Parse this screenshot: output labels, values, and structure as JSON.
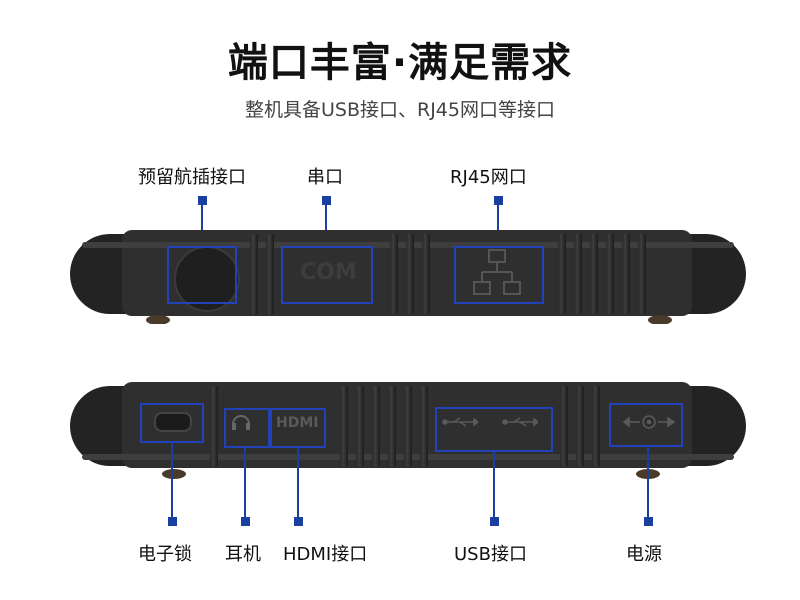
{
  "title": "端口丰富·满足需求",
  "subtitle": "整机具备USB接口、RJ45网口等接口",
  "top_labels": {
    "aviation": "预留航插接口",
    "serial": "串口",
    "rj45": "RJ45网口"
  },
  "bottom_labels": {
    "lock": "电子锁",
    "headphone": "耳机",
    "hdmi": "HDMI接口",
    "usb": "USB接口",
    "power": "电源"
  },
  "port_markings": {
    "com": "COM",
    "hdmi": "HDMI"
  },
  "colors": {
    "accent": "#2142b8",
    "marker": "#1a3f9e",
    "device": "#2b2b2b"
  },
  "icons": [
    "network-icon",
    "usb-icon",
    "headphone-icon",
    "power-icon"
  ]
}
